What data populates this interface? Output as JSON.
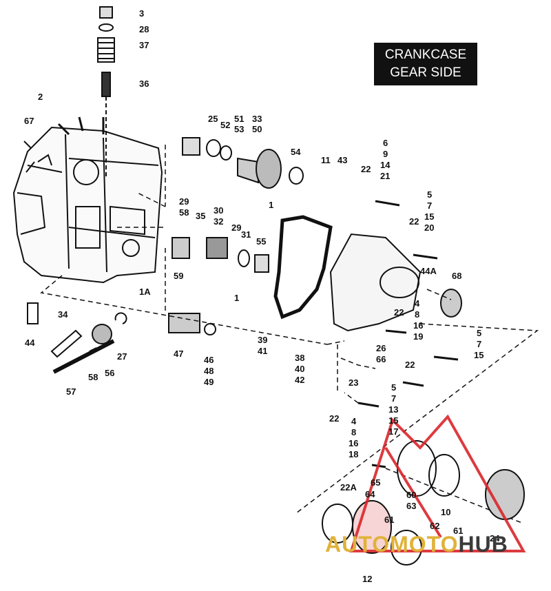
{
  "title": {
    "line1": "CRANKCASE",
    "line2": "GEAR SIDE"
  },
  "watermark": {
    "part1": "AUTOMOTO",
    "part2": "HUB",
    "color_accent": "#e0b23a",
    "color_dark": "#3a3a3a",
    "logo_color": "#d9262b"
  },
  "labels": {
    "p3": "3",
    "p28": "28",
    "p37": "37",
    "p36": "36",
    "p2": "2",
    "p67": "67",
    "p25": "25",
    "p52": "52",
    "p51": "51",
    "p53": "53",
    "p33": "33",
    "p50": "50",
    "p54": "54",
    "p11": "11",
    "p43": "43",
    "p22a": "22",
    "p6": "6",
    "p9": "9",
    "p14": "14",
    "p21": "21",
    "p1a": "1",
    "p29a": "29",
    "p58a": "58",
    "p30": "30",
    "p32": "32",
    "p35": "35",
    "p29b": "29",
    "p31": "31",
    "p55": "55",
    "p22b": "22",
    "p5a": "5",
    "p7a": "7",
    "p15a": "15",
    "p20": "20",
    "p59": "59",
    "p1A": "1A",
    "p1b": "1",
    "p44A": "44A",
    "p68": "68",
    "p4a": "4",
    "p8a": "8",
    "p16a": "16",
    "p19": "19",
    "p22c": "22",
    "p5b": "5",
    "p7b": "7",
    "p15b": "15",
    "p44": "44",
    "p34": "34",
    "p27": "27",
    "p47": "47",
    "p46": "46",
    "p48": "48",
    "p49": "49",
    "p39": "39",
    "p41": "41",
    "p38": "38",
    "p40": "40",
    "p42": "42",
    "p26": "26",
    "p66": "66",
    "p22d": "22",
    "p23": "23",
    "p5c": "5",
    "p7c": "7",
    "p13": "13",
    "p15c": "15",
    "p17": "17",
    "p58b": "58",
    "p56": "56",
    "p57": "57",
    "p22e": "22",
    "p4b": "4",
    "p8b": "8",
    "p16b": "16",
    "p18": "18",
    "p22A": "22A",
    "p65": "65",
    "p64": "64",
    "p60": "60",
    "p63": "63",
    "p10": "10",
    "p61a": "61",
    "p62": "62",
    "p61b": "61",
    "p24": "24",
    "p12": "12"
  }
}
